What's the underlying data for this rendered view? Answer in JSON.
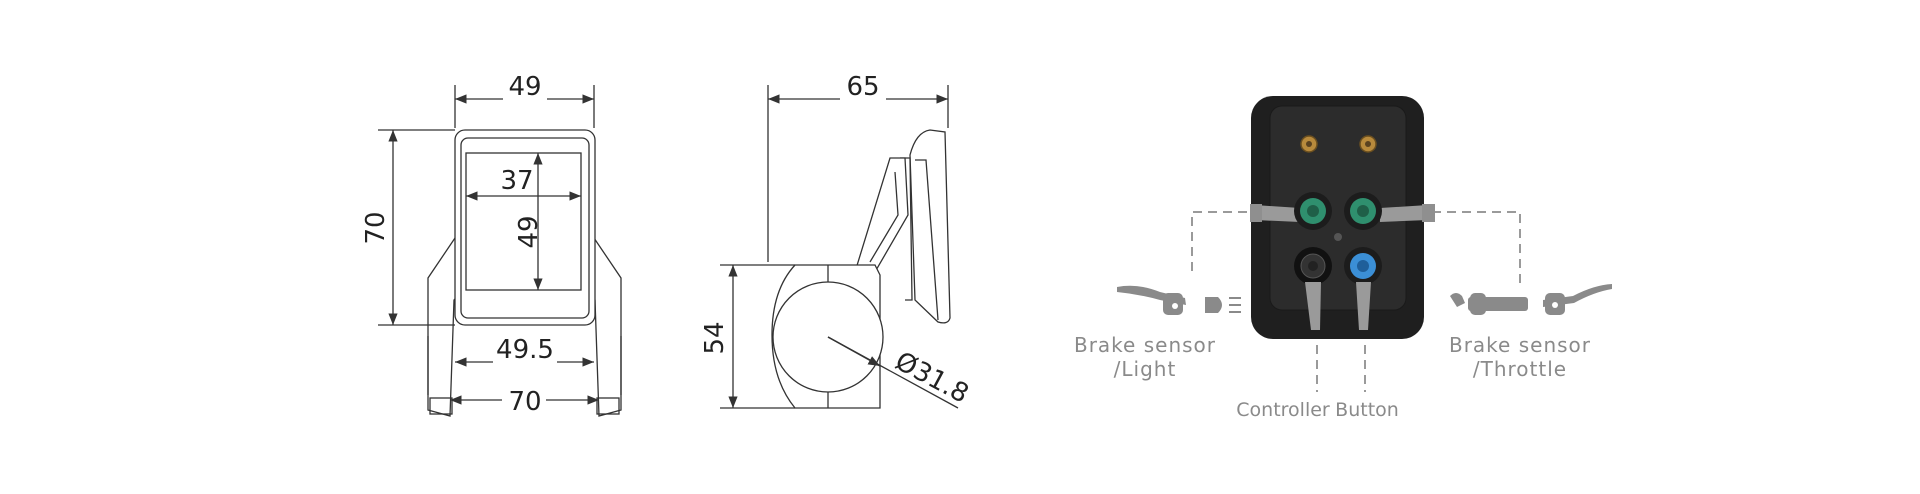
{
  "front_view": {
    "width_top": "49",
    "screen_width": "37",
    "screen_height": "49",
    "overall_height": "70",
    "clamp_width_inner": "49.5",
    "clamp_width_outer": "70"
  },
  "side_view": {
    "depth": "65",
    "clamp_height": "54",
    "bar_diameter": "Ø31.8"
  },
  "back_view": {
    "left_label_line1": "Brake sensor",
    "left_label_line2": "/Light",
    "right_label_line1": "Brake sensor",
    "right_label_line2": "/Throttle",
    "bottom_label_left": "Controller",
    "bottom_label_right": "Button"
  },
  "colors": {
    "line": "#333333",
    "connector_green": "#2f8f6e",
    "connector_blue": "#3b8fd6",
    "body_dark": "#222222",
    "dashed_gray": "#9a9a9a"
  }
}
